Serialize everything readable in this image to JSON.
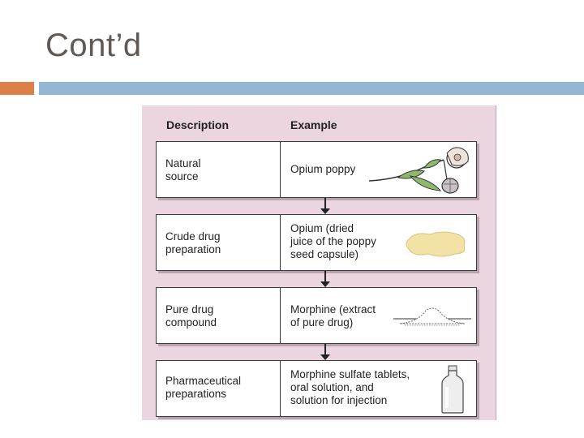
{
  "slide": {
    "title": "Cont’d",
    "colors": {
      "accent": "#dd8047",
      "rule": "#93b6d2",
      "panel": "#ead5e1"
    }
  },
  "figure": {
    "headers": {
      "description": "Description",
      "example": "Example"
    },
    "rows": [
      {
        "description": [
          "Natural",
          "source"
        ],
        "example": [
          "Opium poppy"
        ],
        "icon": "poppy-flower-icon"
      },
      {
        "description": [
          "Crude drug",
          "preparation"
        ],
        "example": [
          "Opium (dried",
          "juice of the poppy",
          "seed capsule)"
        ],
        "icon": "opium-juice-icon"
      },
      {
        "description": [
          "Pure drug",
          "compound"
        ],
        "example": [
          "Morphine (extract",
          "of pure drug)"
        ],
        "icon": "powder-pile-icon"
      },
      {
        "description": [
          "Pharmaceutical",
          "preparations"
        ],
        "example": [
          "Morphine sulfate tablets,",
          "oral solution, and",
          "solution for injection"
        ],
        "icon": "medicine-bottle-icon"
      }
    ]
  }
}
